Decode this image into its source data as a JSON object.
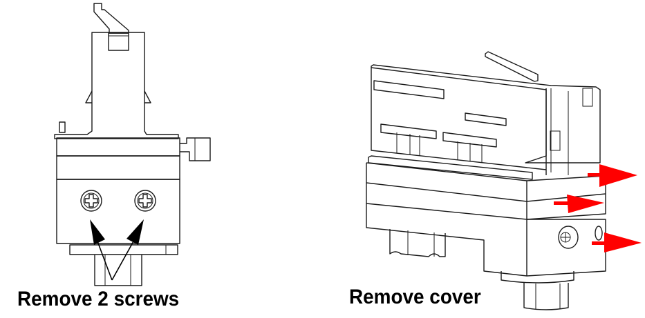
{
  "figures": [
    {
      "id": "step-1",
      "caption": "Remove 2 screws",
      "callouts": [
        {
          "type": "arrow",
          "color": "#000000",
          "target": "left-screw"
        },
        {
          "type": "arrow",
          "color": "#000000",
          "target": "right-screw"
        }
      ],
      "screws": 2
    },
    {
      "id": "step-2",
      "caption": "Remove cover",
      "callouts": [
        {
          "type": "arrow",
          "color": "#ff0000",
          "direction": "right"
        },
        {
          "type": "arrow",
          "color": "#ff0000",
          "direction": "right"
        },
        {
          "type": "arrow",
          "color": "#ff0000",
          "direction": "right"
        }
      ]
    }
  ],
  "colors": {
    "line": "#1a1a1a",
    "background": "#ffffff",
    "arrow_black": "#000000",
    "arrow_red": "#ff0000"
  }
}
